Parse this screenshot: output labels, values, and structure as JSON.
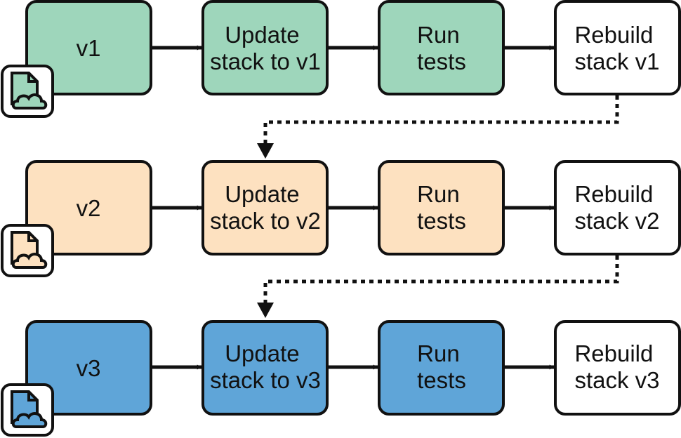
{
  "rows": [
    {
      "color": "#9ed6bb",
      "version": "v1",
      "update": [
        "Update",
        "stack to v1"
      ],
      "tests": [
        "Run",
        "tests"
      ],
      "rebuild": [
        "Rebuild",
        "stack v1"
      ]
    },
    {
      "color": "#fde1c0",
      "version": "v2",
      "update": [
        "Update",
        "stack to v2"
      ],
      "tests": [
        "Run",
        "tests"
      ],
      "rebuild": [
        "Rebuild",
        "stack v2"
      ]
    },
    {
      "color": "#5fa5d8",
      "version": "v3",
      "update": [
        "Update",
        "stack to v3"
      ],
      "tests": [
        "Run",
        "tests"
      ],
      "rebuild": [
        "Rebuild",
        "stack v3"
      ]
    }
  ],
  "colors": {
    "stroke": "#111111",
    "rebuild_fill": "#ffffff"
  },
  "icon": "cloud-document-icon"
}
